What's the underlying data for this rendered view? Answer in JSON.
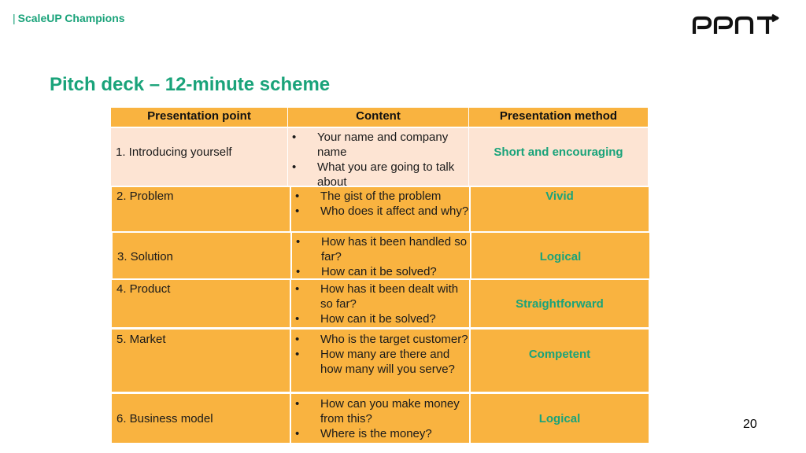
{
  "header": {
    "brand": "ScaleUP Champions",
    "logo_text": "PPNT"
  },
  "slide": {
    "title": "Pitch deck – 12-minute scheme",
    "page_number": "20"
  },
  "table": {
    "columns": [
      "Presentation point",
      "Content",
      "Presentation method"
    ],
    "rows": [
      {
        "point": "1. Introducing yourself",
        "content": [
          "Your name and company name",
          "What you are going to talk about"
        ],
        "method": "Short and encouraging"
      },
      {
        "point": "2. Problem",
        "content": [
          "The gist of the problem",
          "Who does it affect and why?"
        ],
        "method": "Vivid"
      },
      {
        "point": "3. Solution",
        "content": [
          "How has it been handled so far?",
          "How can it be solved?"
        ],
        "method": "Logical"
      },
      {
        "point": "4. Product",
        "content": [
          "How has it been dealt with so far?",
          "How can it be solved?"
        ],
        "method": "Straightforward"
      },
      {
        "point": "5. Market",
        "content": [
          "Who is the target customer?",
          "How many are there and how many will you serve?"
        ],
        "method": "Competent"
      },
      {
        "point": "6. Business model",
        "content": [
          "How can you make money from this?",
          "Where is the money?"
        ],
        "method": "Logical"
      }
    ]
  },
  "colors": {
    "accent_green": "#1aa37a",
    "header_orange": "#f9b340",
    "row_peach": "#fde4d3"
  }
}
